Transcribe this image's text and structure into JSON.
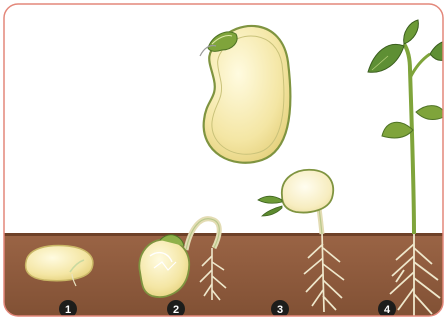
{
  "diagram": {
    "stages": [
      {
        "number": "1"
      },
      {
        "number": "2"
      },
      {
        "number": "3"
      },
      {
        "number": "4"
      }
    ]
  },
  "colors": {
    "frame_border": "#e3877a",
    "sky": "#ffffff",
    "soil": "#8c5a3c",
    "soil_shadow": "#74462c",
    "seed_fill": "#f6eaab",
    "seed_outline": "#8d9b45",
    "sprout_green": "#7fa43b",
    "leaf_green": "#5e8f34",
    "root": "#f2eed6",
    "badge_fill": "#1d1d1b"
  }
}
